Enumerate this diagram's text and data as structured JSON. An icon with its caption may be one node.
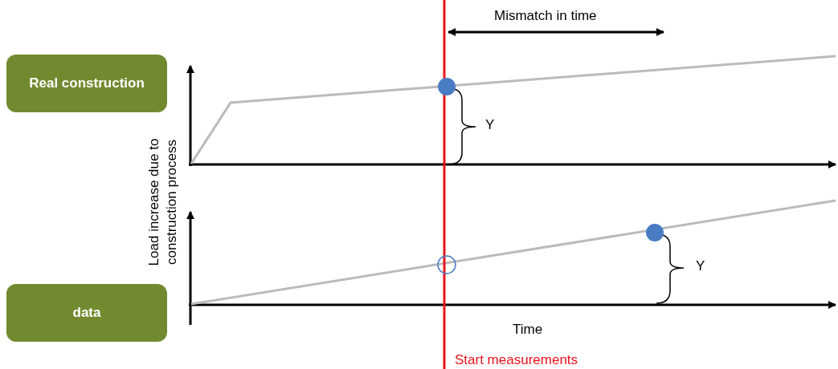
{
  "diagram": {
    "nodes": [
      {
        "text": [
          "Real construction"
        ]
      },
      {
        "text": [
          "data"
        ]
      }
    ],
    "edges": [],
    "labels": [
      "Mismatch in time",
      "Y",
      "Load increase due to construction process",
      "Y",
      "Time",
      "Start measurements"
    ]
  }
}
